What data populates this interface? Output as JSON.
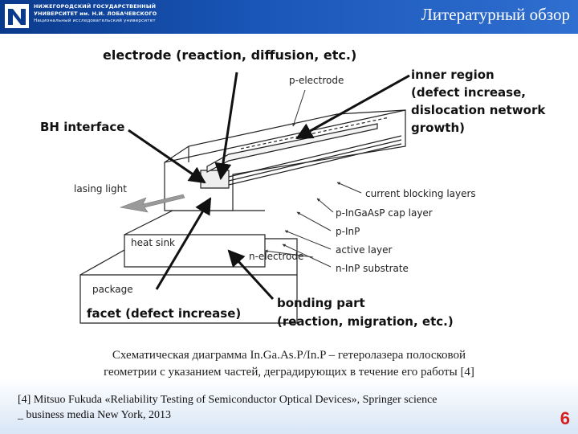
{
  "header": {
    "university_lines": [
      "НИЖЕГОРОДСКИЙ ГОСУДАРСТВЕННЫЙ",
      "УНИВЕРСИТЕТ им. Н.И. ЛОБАЧЕВСКОГО",
      "Национальный исследовательский университет"
    ],
    "slide_title": "Литературный обзор"
  },
  "diagram": {
    "labels": {
      "electrode": "electrode (reaction, diffusion, etc.)",
      "p_electrode": "p-electrode",
      "inner_region": [
        "inner region",
        "(defect increase,",
        "dislocation network",
        "growth)"
      ],
      "bh_interface": "BH interface",
      "lasing_light": "lasing light",
      "current_blocking": "current blocking layers",
      "cap_layer": "p-InGaAsP cap layer",
      "p_inp": "p-InP",
      "active_layer": "active layer",
      "n_inp_substrate": "n-InP substrate",
      "heat_sink": "heat sink",
      "n_electrode": "n-electrode",
      "package": "package",
      "facet": "facet (defect increase)",
      "bonding": [
        "bonding part",
        "(reaction, migration, etc.)"
      ]
    }
  },
  "caption": {
    "line1": "Схематическая диаграмма In.Ga.As.P/In.P – гетеролазера полосковой",
    "line2": "геометрии с указанием частей, деградирующих в течение его работы [4]"
  },
  "reference": {
    "line1": "[4] Mitsuo Fukuda «Reliability Testing of Semiconductor Optical Devices», Springer science",
    "line2": "_   business media New York, 2013"
  },
  "page_number": "6",
  "colors": {
    "header": "#1a56b8",
    "page_number": "#d62020"
  }
}
